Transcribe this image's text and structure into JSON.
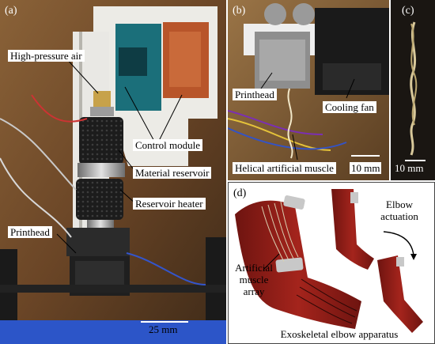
{
  "panel_a": {
    "letter": "(a)",
    "labels": {
      "high_pressure_air": "High-pressure air",
      "control_module": "Control module",
      "material_reservoir": "Material reservoir",
      "reservoir_heater": "Reservoir heater",
      "printhead": "Printhead"
    },
    "scale": "25 mm"
  },
  "panel_b": {
    "letter": "(b)",
    "labels": {
      "printhead": "Printhead",
      "cooling_fan": "Cooling fan",
      "helical_artificial_muscle": "Helical artificial muscle"
    },
    "scale": "10 mm"
  },
  "panel_c": {
    "letter": "(c)",
    "scale": "10 mm"
  },
  "panel_d": {
    "letter": "(d)",
    "artificial_muscle_array": [
      "Artificial",
      "muscle",
      "array"
    ],
    "elbow_actuation": [
      "Elbow",
      "actuation"
    ],
    "caption": "Exoskeletal elbow apparatus"
  },
  "colors": {
    "wood": "#6b4a2c",
    "muscle_red": "#8b1a14",
    "band_gray": "#c8c8c8",
    "board_orange": "#b8552a",
    "arduino_teal": "#1b6f7a"
  }
}
